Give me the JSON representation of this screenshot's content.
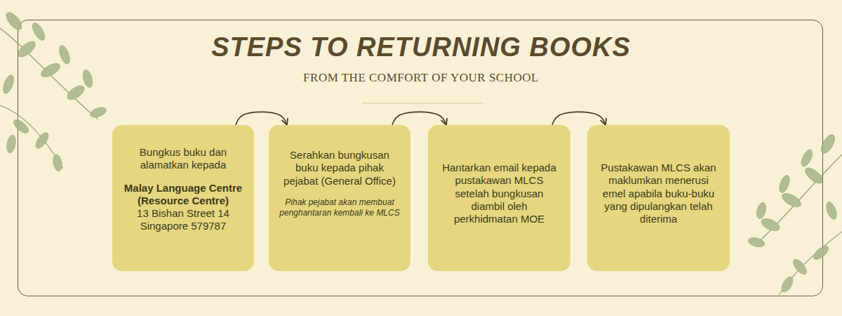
{
  "diagram": {
    "title": "STEPS TO RETURNING BOOKS",
    "nodes": [
      {
        "text": [
          "Bungkus buku dan alamatkan kepada",
          "Malay Language Centre (Resource Centre)",
          "13 Bishan Street 14 Singapore 579787"
        ]
      },
      {
        "text": [
          "Serahkan bungkusan buku kepada pihak pejabat (General Office)",
          "Pihak pejabat akan membuat penghantaran kembali ke MLCS"
        ]
      },
      {
        "text": [
          "Hantarkan email kepada pustakawan MLCS setelah bungkusan diambil oleh perkhidmatan MOE"
        ]
      },
      {
        "text": [
          "Pustakawan MLCS akan maklumkan menerusi emel apabila buku-buku yang dipulangkan telah diterima"
        ]
      }
    ],
    "edges": [
      {
        "from": 0,
        "to": 1,
        "arrow": "to"
      },
      {
        "from": 1,
        "to": 2,
        "arrow": "to"
      },
      {
        "from": 2,
        "to": 3,
        "arrow": "to"
      }
    ],
    "labels": [
      "FROM THE COMFORT OF YOUR SCHOOL"
    ]
  }
}
